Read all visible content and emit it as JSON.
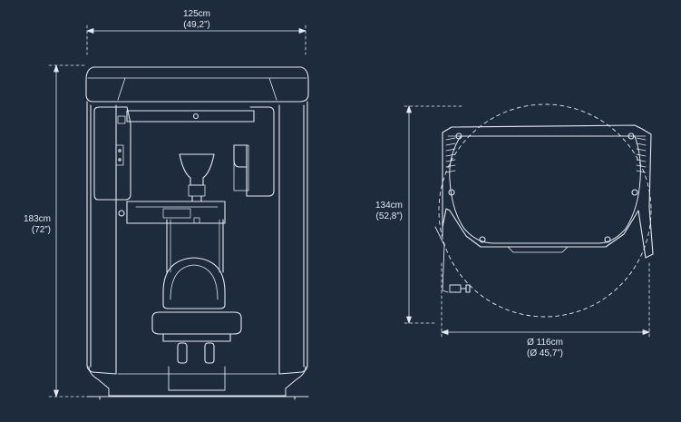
{
  "dimensions": {
    "width": {
      "metric": "125cm",
      "imperial": "(49,2”)"
    },
    "height": {
      "metric": "183cm",
      "imperial": "(72”)"
    },
    "depth": {
      "metric": "134cm",
      "imperial": "(52,8”)"
    },
    "diameter": {
      "metric": "Ø 116cm",
      "imperial": "(Ø 45,7”)"
    }
  },
  "colors": {
    "background": "#1e2b3d",
    "line": "#e4e9f0"
  }
}
